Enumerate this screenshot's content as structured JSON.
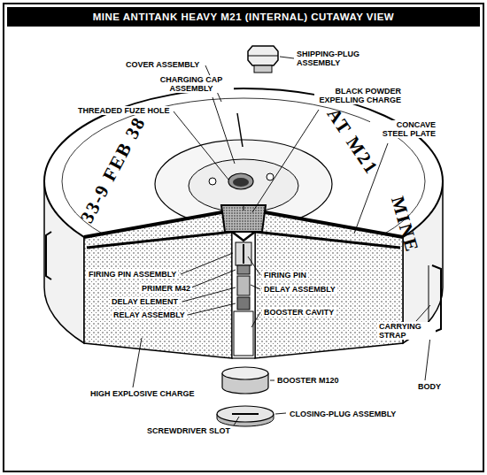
{
  "diagram": {
    "title": "MINE ANTITANK HEAVY M21 (INTERNAL) CUTAWAY VIEW",
    "labels": [
      "COVER ASSEMBLY",
      "SHIPPING-PLUG ASSEMBLY",
      "CHARGING CAP ASSEMBLY",
      "BLACK POWDER EXPELLING CHARGE",
      "THREADED FUZE HOLE",
      "CONCAVE STEEL PLATE",
      "FIRING PIN ASSEMBLY",
      "FIRING PIN",
      "PRIMER M42",
      "DELAY ASSEMBLY",
      "DELAY ELEMENT",
      "BOOSTER CAVITY",
      "RELAY ASSEMBLY",
      "CARRYING STRAP",
      "HIGH EXPLOSIVE CHARGE",
      "BOOSTER M120",
      "BODY",
      "CLOSING-PLUG ASSEMBLY",
      "SCREWDRIVER SLOT",
      "33-9 FEB 38",
      "AT M21",
      "MINE"
    ]
  }
}
